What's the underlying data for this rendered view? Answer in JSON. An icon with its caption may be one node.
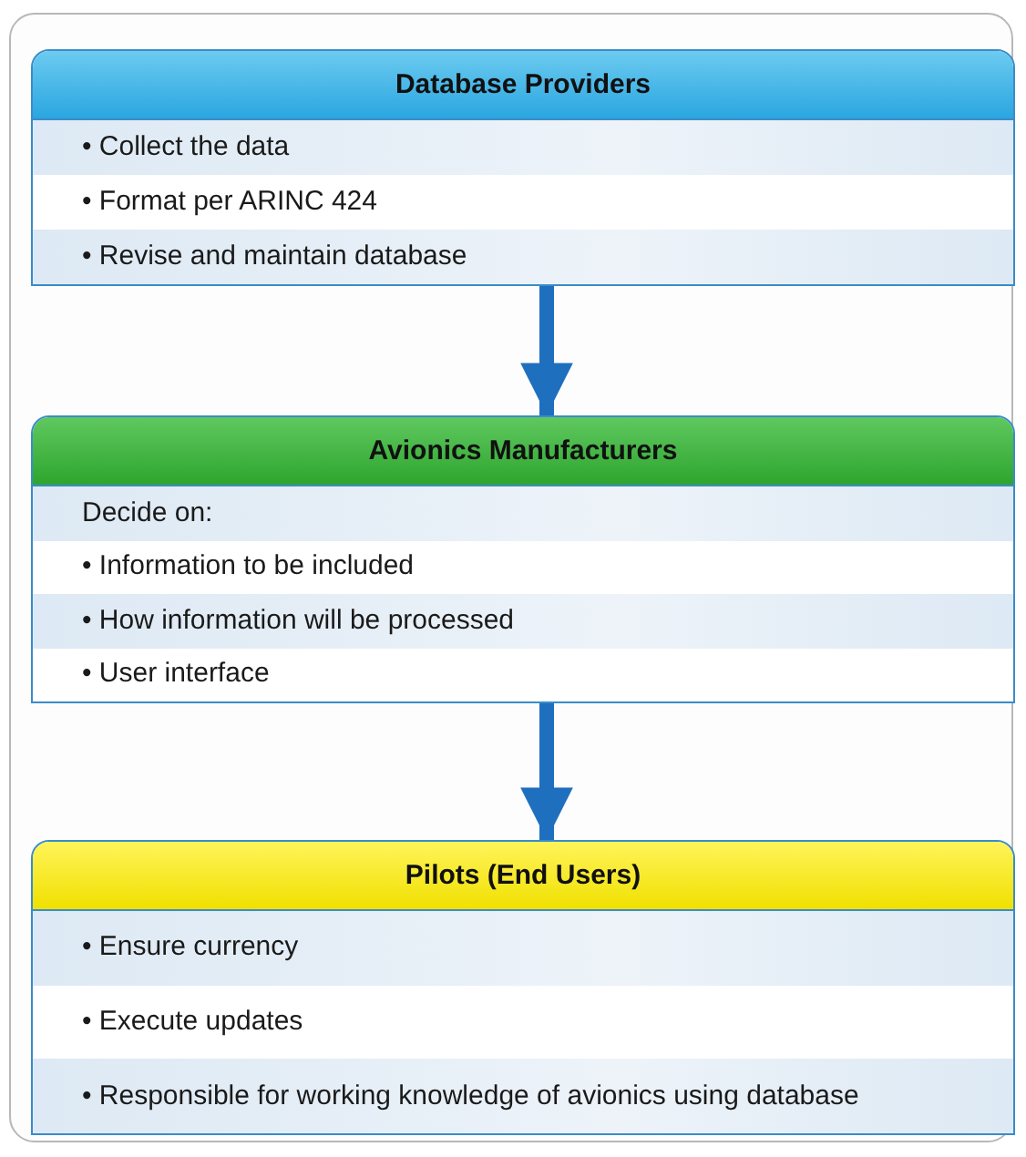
{
  "diagram": {
    "nodes": [
      {
        "text": [
          "Database Providers",
          "• Collect the data",
          "• Format per ARINC 424",
          "• Revise and maintain database"
        ]
      },
      {
        "text": [
          "Avionics Manufacturers",
          "Decide on:",
          "• Information to be included",
          "• How information will be processed",
          "• User interface"
        ]
      },
      {
        "text": [
          "Pilots (End Users)",
          "• Ensure currency",
          "• Execute updates",
          "• Responsible for working knowledge of avionics using database"
        ]
      }
    ],
    "edges": [
      {
        "from": 0,
        "to": 1,
        "arrow": "to"
      },
      {
        "from": 1,
        "to": 2,
        "arrow": "to"
      }
    ]
  }
}
